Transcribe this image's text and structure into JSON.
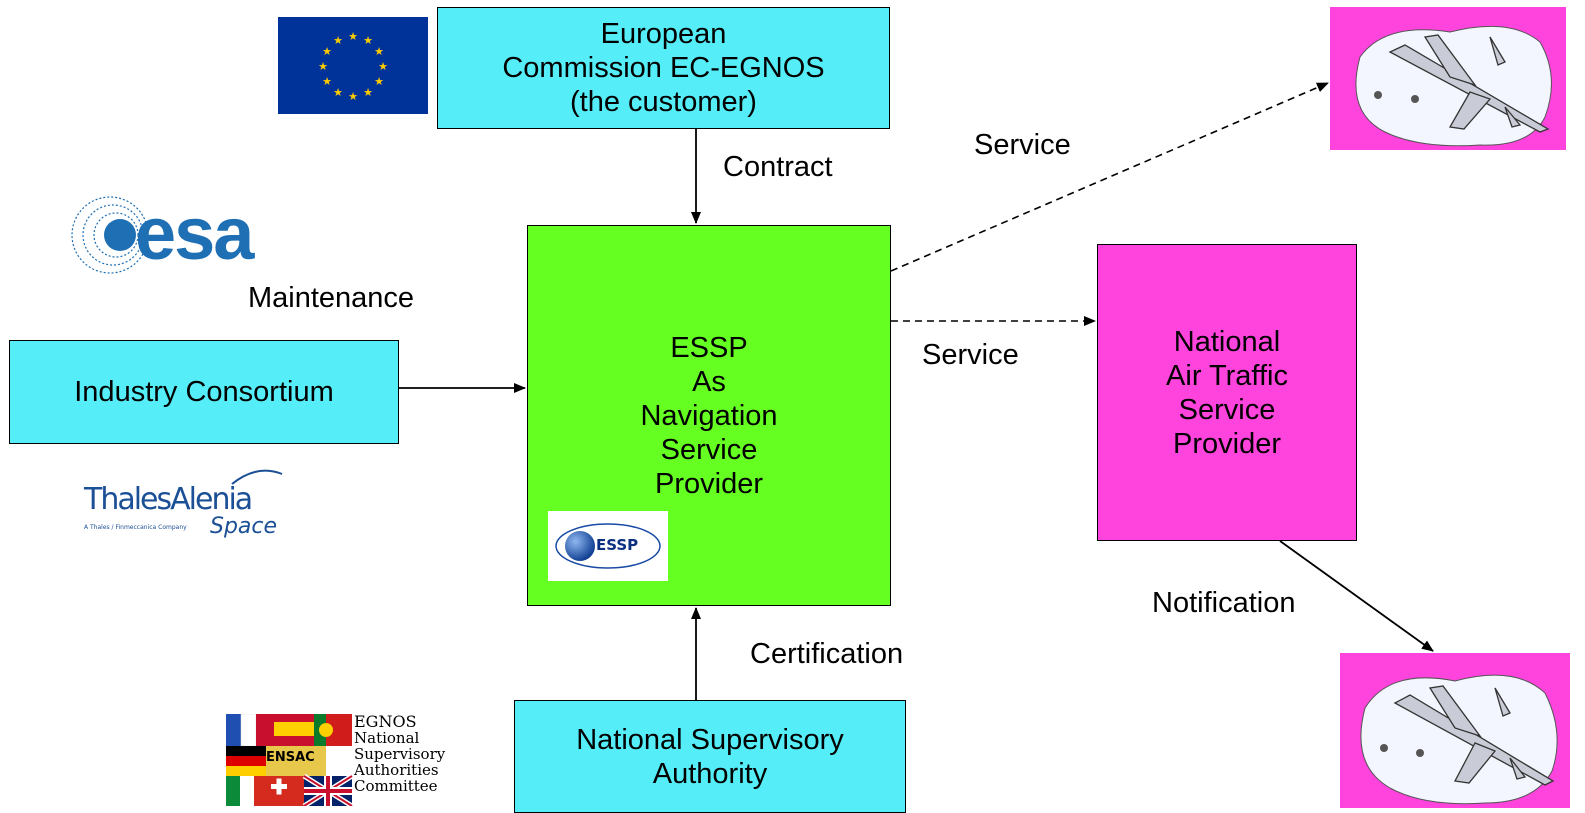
{
  "colors": {
    "cyan": "#55EEF8",
    "green": "#66FF22",
    "magenta": "#FF44DD",
    "eu_blue": "#003399",
    "eu_star": "#FFCC00",
    "esa_blue": "#1E6FB3",
    "thales_blue": "#1B4F96"
  },
  "boxes": {
    "ec": [
      "European",
      "Commission EC-EGNOS",
      "(the customer)"
    ],
    "industry": [
      "Industry Consortium"
    ],
    "essp": [
      "ESSP",
      "As",
      "Navigation",
      "Service",
      "Provider"
    ],
    "ansp": [
      "National",
      "Air Traffic",
      "Service",
      "Provider"
    ],
    "nsa": [
      "National Supervisory",
      "Authority"
    ]
  },
  "labels": {
    "contract": "Contract",
    "maintenance": "Maintenance",
    "service_top": "Service",
    "service_mid": "Service",
    "notification": "Notification",
    "certification": "Certification"
  },
  "logos": {
    "esa": "esa",
    "thales_line1": "ThalesAlenia",
    "thales_line2": "Space",
    "thales_tagline": "A Thales / Finmeccanica Company",
    "essp": "ESSP",
    "ensac": "ENSAC",
    "ensac_text": [
      "EGNOS",
      "National",
      "Supervisory",
      "Authorities",
      "Committee"
    ]
  },
  "icons": [
    "eu-flag-icon",
    "esa-logo-icon",
    "thales-alenia-logo-icon",
    "essp-logo-icon",
    "ensac-logo-icon",
    "airplane-icon"
  ]
}
